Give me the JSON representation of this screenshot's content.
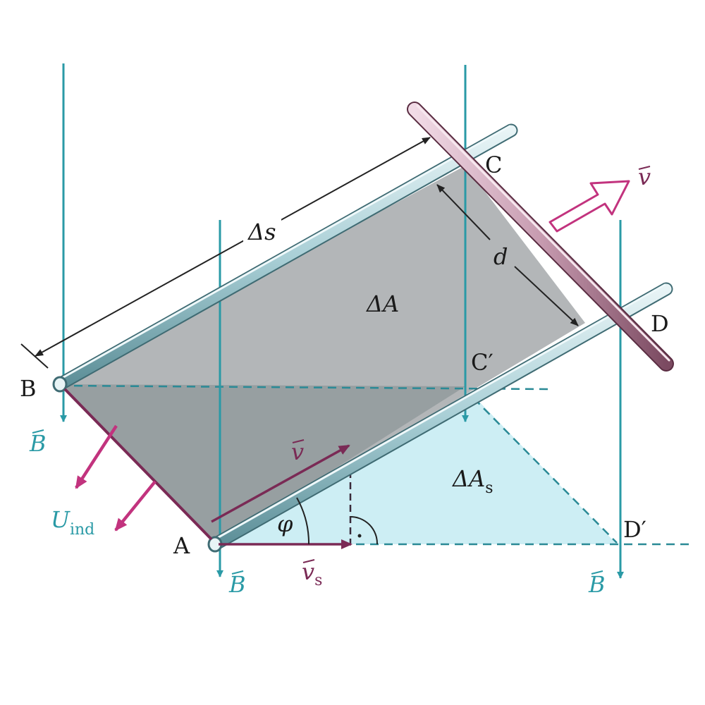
{
  "labels": {
    "point_a": "A",
    "point_b": "B",
    "point_c": "C",
    "point_d": "D",
    "point_c_prime": "C′",
    "point_d_prime": "D′",
    "delta_s": "Δs",
    "distance_d": "d",
    "area_delta_a": "ΔA",
    "area_delta_as_main": "ΔA",
    "area_delta_as_sub": "s",
    "angle_phi": "φ",
    "velocity_v_top": "v",
    "velocity_v_rail": "v",
    "velocity_vs_main": "v",
    "velocity_vs_sub": "s",
    "b_field_left": "B",
    "b_field_a": "B",
    "b_field_d": "B",
    "u_ind_main": "U",
    "u_ind_sub": "ind"
  },
  "colors": {
    "field_lines": "#2a9aa6",
    "rails": "#a9cfd6",
    "rod": "#c79bb0",
    "magenta_arrows": "#c2337e",
    "projected_area": "#cdeef4",
    "shaded_area": "#a7a9ab",
    "dark_shade": "#8f9799"
  },
  "icons": {
    "velocity_direction": "hollow-arrow-icon",
    "right_angle": "right-angle-marker-icon"
  }
}
